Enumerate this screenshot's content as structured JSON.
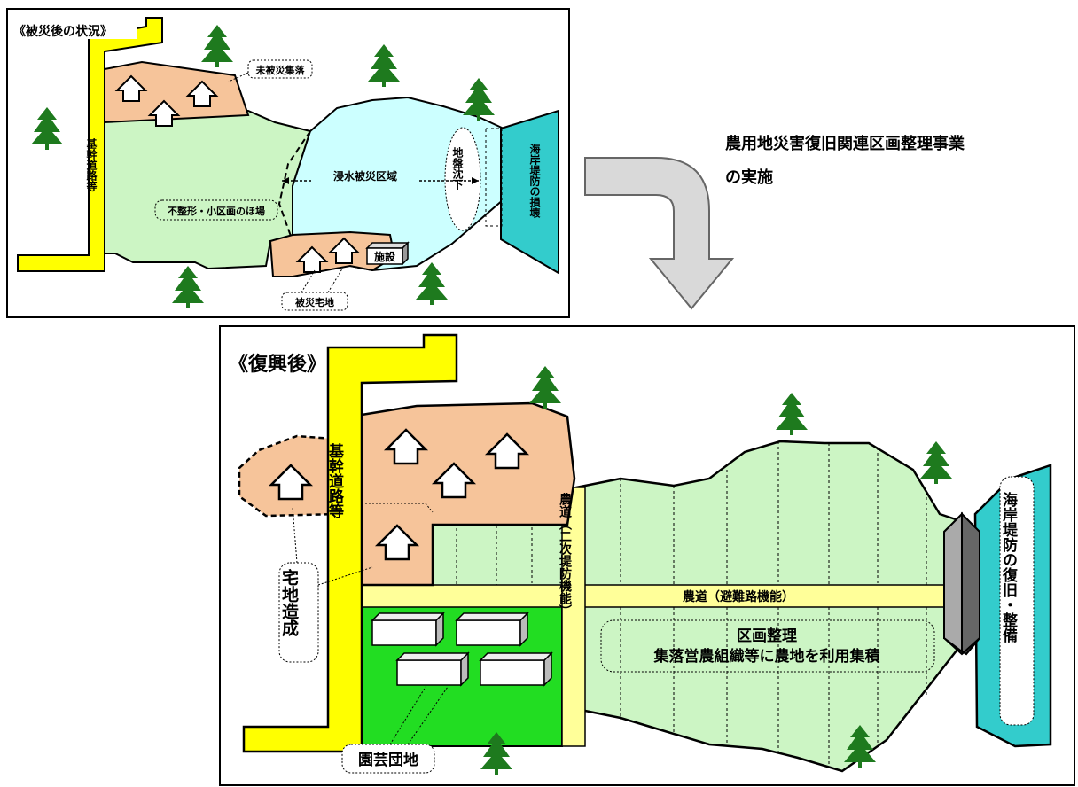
{
  "before": {
    "title": "《被災後の状況》",
    "road": "基幹道路等",
    "village": "未被災集落",
    "flooded": "浸水被災区域",
    "subsidence": "地盤沈下",
    "seawall": "海岸堤防の損壊",
    "fields": "不整形・小区画のほ場",
    "facility": "施設",
    "damaged_housing": "被災宅地"
  },
  "action": {
    "line1": "農用地災害復旧関連区画整理事業",
    "line2": "の実施"
  },
  "after": {
    "title": "《復興後》",
    "road": "基幹道路等",
    "farm_road_secondary": "農道（二次堤防機能）",
    "farm_road_evac": "農道（避難路機能）",
    "housing": "宅地造成",
    "readjust_title": "区画整理",
    "readjust_sub": "集落営農組織等に農地を利用集積",
    "seawall": "海岸堤防の復旧・整備",
    "horticulture": "園芸団地"
  },
  "colors": {
    "road": "#ffff00",
    "village": "#f6c49a",
    "field": "#ccf5c4",
    "flood": "#ccffff",
    "sea": "#33cccc",
    "tree": "#1e7a1e",
    "hort": "#22dd22",
    "farmroad": "#ffff99"
  }
}
